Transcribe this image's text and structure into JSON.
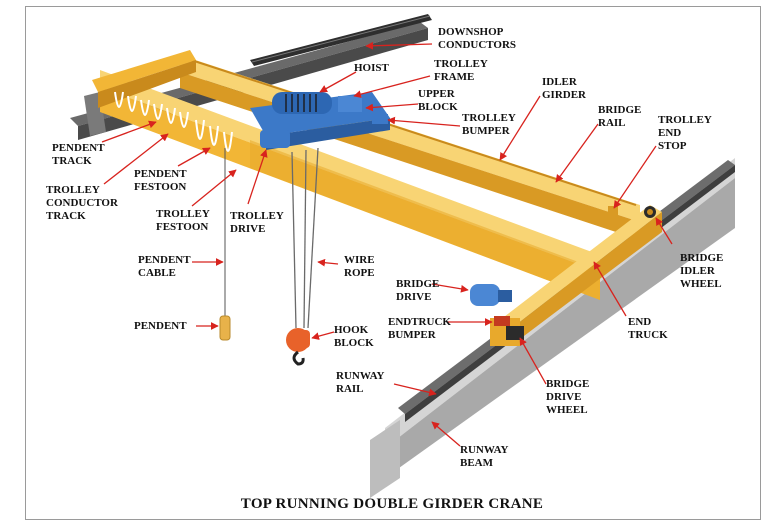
{
  "diagram": {
    "caption": "TOP RUNNING DOUBLE GIRDER CRANE",
    "colors": {
      "girder_yellow": "#f2b636",
      "girder_light": "#f8d474",
      "girder_dark": "#c98a1c",
      "rail_grey": "#8e8e8e",
      "motor_blue": "#3c79c8",
      "hook_orange": "#e8622a",
      "leader_red": "#d8231e"
    },
    "labels": {
      "downshop_conductors": "DOWNSHOP\nCONDUCTORS",
      "hoist": "HOIST",
      "trolley_frame": "TROLLEY\nFRAME",
      "upper_block": "UPPER\nBLOCK",
      "trolley_bumper": "TROLLEY\nBUMPER",
      "idler_girder": "IDLER\nGIRDER",
      "bridge_rail": "BRIDGE\nRAIL",
      "trolley_end_stop": "TROLLEY\nEND\nSTOP",
      "pendent_track": "PENDENT\nTRACK",
      "trolley_conductor_track": "TROLLEY\nCONDUCTOR\nTRACK",
      "pendent_festoon": "PENDENT\nFESTOON",
      "trolley_festoon": "TROLLEY\nFESTOON",
      "trolley_drive": "TROLLEY\nDRIVE",
      "pendent_cable": "PENDENT\nCABLE",
      "wire_rope": "WIRE\nROPE",
      "bridge_drive": "BRIDGE\nDRIVE",
      "bridge_idler_wheel": "BRIDGE\nIDLER\nWHEEL",
      "pendent": "PENDENT",
      "hook_block": "HOOK\nBLOCK",
      "endtruck_bumper": "ENDTRUCK\nBUMPER",
      "end_truck": "END\nTRUCK",
      "runway_rail": "RUNWAY\nRAIL",
      "bridge_drive_wheel": "BRIDGE\nDRIVE\nWHEEL",
      "runway_beam": "RUNWAY\nBEAM"
    }
  }
}
